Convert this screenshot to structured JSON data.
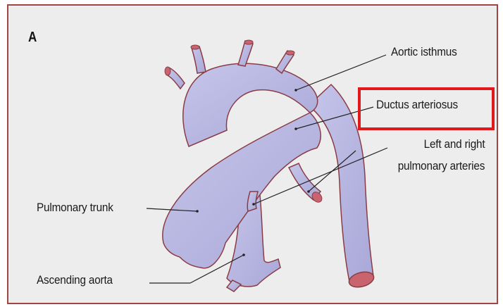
{
  "panel": {
    "letter": "A"
  },
  "labels": {
    "aortic_isthmus": "Aortic isthmus",
    "ductus_arteriosus": "Ductus arteriosus",
    "left_right_pulmonary_line1": "Left and right",
    "left_right_pulmonary_line2": "pulmonary arteries",
    "pulmonary_trunk": "Pulmonary trunk",
    "ascending_aorta": "Ascending aorta"
  },
  "colors": {
    "vessel_fill": "#b9b8e0",
    "vessel_outline": "#8a3c45",
    "vessel_opening": "#c9646f",
    "panel_background": "#ededee",
    "highlight_box": "#e2191c"
  }
}
